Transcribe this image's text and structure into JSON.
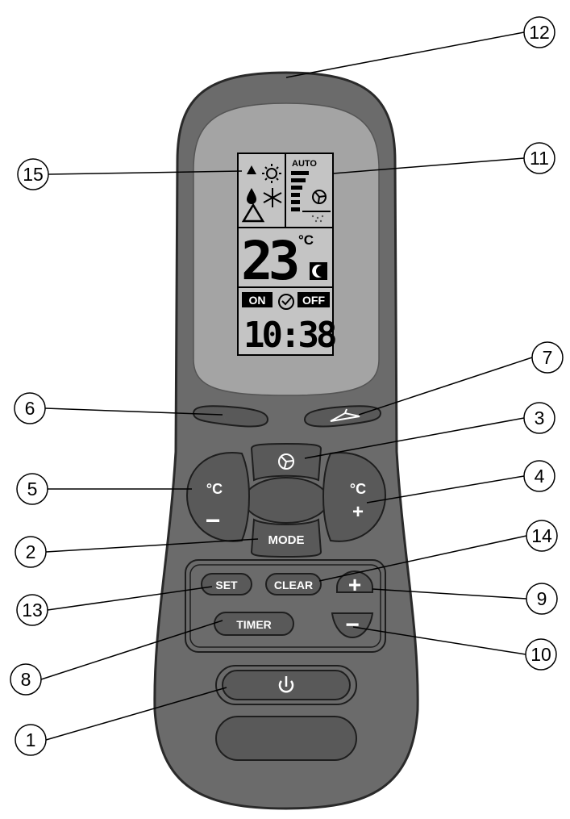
{
  "colors": {
    "body": "#6b6b6b",
    "body_edge": "#2a2a2a",
    "lcd_frame": "#a4a4a4",
    "lcd_panel": "#c4c4c4",
    "button": "#595959",
    "button_edge": "#1e1e1e"
  },
  "lcd": {
    "fan_mode_label": "AUTO",
    "temperature": "23",
    "temp_unit": "°C",
    "timer_on_label": "ON",
    "timer_off_label": "OFF",
    "clock_time": "10:38"
  },
  "buttons": {
    "sleep_icon": "moon-icon",
    "swing_icon": "swing-icon",
    "fan_icon": "fan-icon",
    "temp_unit": "°C",
    "minus_sign": "−",
    "plus_sign": "+",
    "mode_label": "MODE",
    "set_label": "SET",
    "clear_label": "CLEAR",
    "timer_label": "TIMER",
    "power_icon": "power-icon"
  },
  "callouts": [
    "1",
    "2",
    "3",
    "4",
    "5",
    "6",
    "7",
    "8",
    "9",
    "10",
    "11",
    "12",
    "13",
    "14",
    "15"
  ]
}
